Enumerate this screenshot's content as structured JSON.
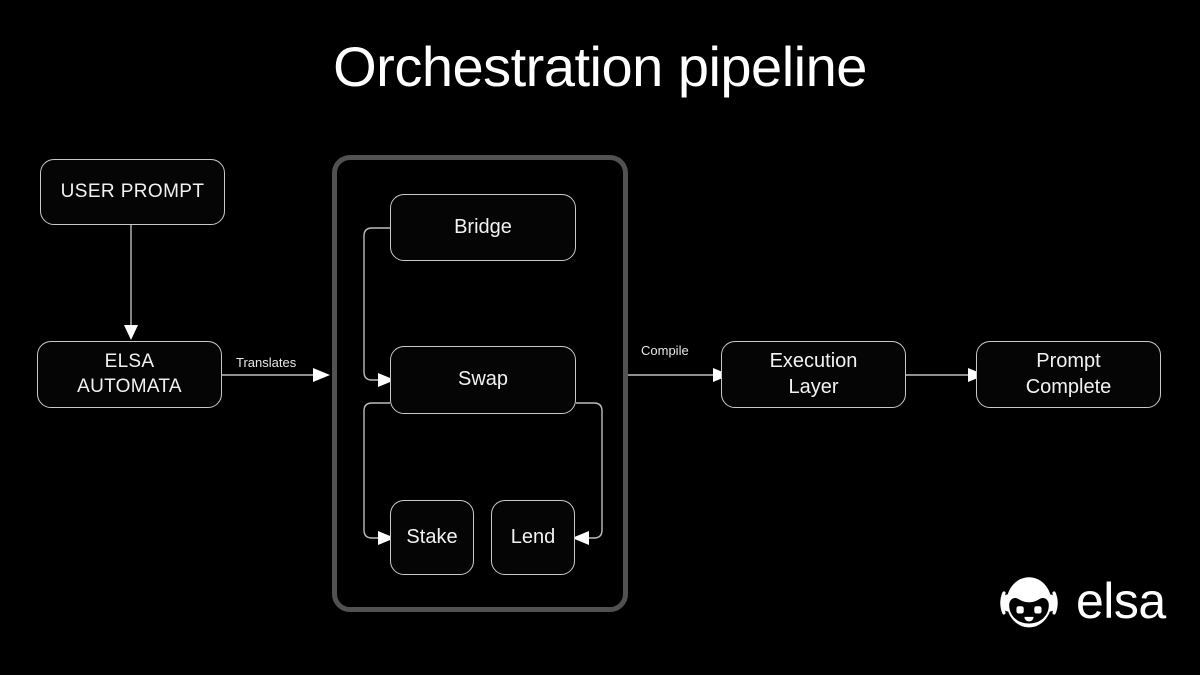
{
  "page": {
    "title": "Orchestration pipeline",
    "background_color": "#000000",
    "text_color": "#ffffff"
  },
  "diagram": {
    "type": "flowchart",
    "node_border_color": "#c9c9c9",
    "edge_color": "#bdbdbd",
    "container_border_color": "#515151",
    "nodes": [
      {
        "id": "user-prompt",
        "label": "USER PROMPT"
      },
      {
        "id": "elsa-automata",
        "label": "ELSA\nAUTOMATA"
      },
      {
        "id": "bridge",
        "label": "Bridge"
      },
      {
        "id": "swap",
        "label": "Swap"
      },
      {
        "id": "stake",
        "label": "Stake"
      },
      {
        "id": "lend",
        "label": "Lend"
      },
      {
        "id": "execution-layer",
        "label": "Execution\nLayer"
      },
      {
        "id": "prompt-complete",
        "label": "Prompt\nComplete"
      }
    ],
    "edges": [
      {
        "from": "user-prompt",
        "to": "elsa-automata",
        "label": ""
      },
      {
        "from": "elsa-automata",
        "to": "orchestrator",
        "label": "Translates"
      },
      {
        "from": "bridge",
        "to": "swap",
        "label": ""
      },
      {
        "from": "swap",
        "to": "stake",
        "label": ""
      },
      {
        "from": "swap",
        "to": "lend",
        "label": ""
      },
      {
        "from": "orchestrator",
        "to": "execution-layer",
        "label": "Compile"
      },
      {
        "from": "execution-layer",
        "to": "prompt-complete",
        "label": ""
      }
    ],
    "edge_labels": {
      "translates": "Translates",
      "compile": "Compile"
    }
  },
  "brand": {
    "name": "elsa",
    "mark": "robot-head-icon"
  }
}
